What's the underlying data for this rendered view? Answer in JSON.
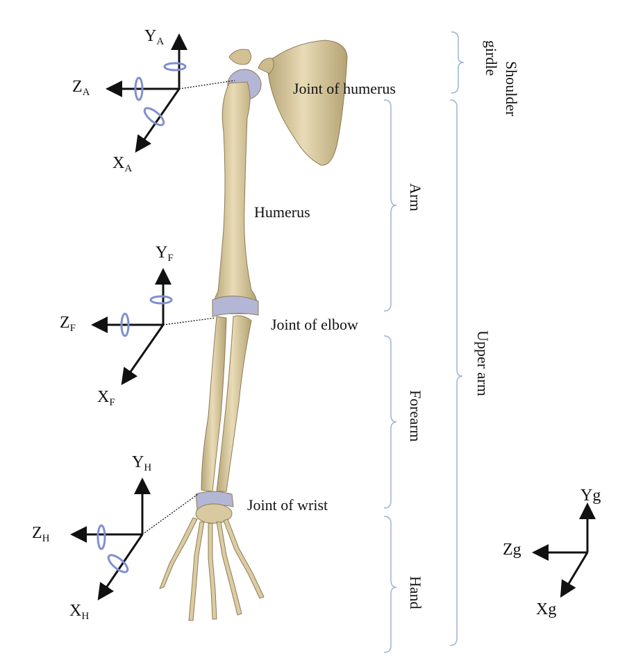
{
  "frames": [
    {
      "id": "A",
      "y": "Y",
      "z": "Z",
      "x": "X",
      "sub": "A"
    },
    {
      "id": "F",
      "y": "Y",
      "z": "Z",
      "x": "X",
      "sub": "F"
    },
    {
      "id": "H",
      "y": "Y",
      "z": "Z",
      "x": "X",
      "sub": "H"
    }
  ],
  "global_frame": {
    "y": "Yg",
    "z": "Zg",
    "x": "Xg"
  },
  "joints": {
    "humerus": "Joint of humerus",
    "elbow": "Joint of elbow",
    "wrist": "Joint of wrist"
  },
  "bones": {
    "humerus": "Humerus"
  },
  "segments": {
    "shoulder_line1": "Shoulder",
    "shoulder_line2": "girdle",
    "arm": "Arm",
    "forearm": "Forearm",
    "hand": "Hand",
    "upper_arm": "Upper arm"
  },
  "colors": {
    "bone": "#d9c9a0",
    "bone_shade": "#a8966a",
    "cartilage": "#b4b6d6",
    "rotation": "#7f8fd0",
    "bracket": "#9db3d3",
    "axis": "#111111"
  }
}
